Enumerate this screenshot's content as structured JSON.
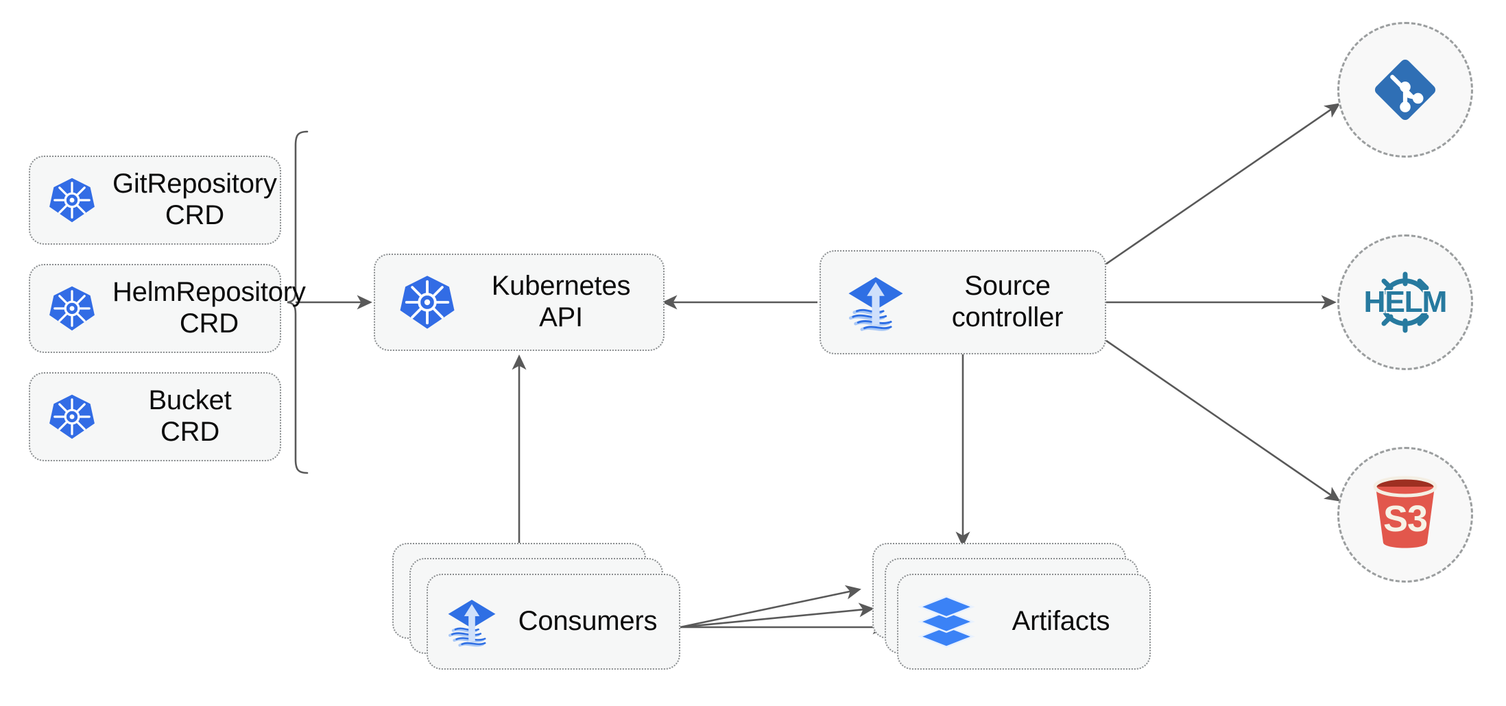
{
  "diagram": {
    "title": "Flux source-controller architecture",
    "background": "#ffffff",
    "node_fill": "#f6f7f7",
    "node_border": "#8a8d8f",
    "edge_color": "#595959",
    "accent_blue": "#326ce5",
    "flux_blue": "#2f6fe4",
    "layers_blue": "#3b82f6",
    "helm_teal": "#277a9f",
    "s3_red": "#e2574c",
    "s3_rim": "#9e2f21"
  },
  "crds": [
    {
      "id": "gitrepository-crd",
      "line1": "GitRepository",
      "line2": "CRD",
      "icon": "kubernetes-icon"
    },
    {
      "id": "helmrepository-crd",
      "line1": "HelmRepository",
      "line2": "CRD",
      "icon": "kubernetes-icon"
    },
    {
      "id": "bucket-crd",
      "line1": "Bucket",
      "line2": "CRD",
      "icon": "kubernetes-icon"
    }
  ],
  "nodes": {
    "kubernetes_api": {
      "label": "Kubernetes API",
      "icon": "kubernetes-icon"
    },
    "source_controller": {
      "line1": "Source",
      "line2": "controller",
      "icon": "flux-icon"
    },
    "consumers": {
      "label": "Consumers",
      "icon": "flux-icon",
      "stacked": true,
      "stack_count": 3
    },
    "artifacts": {
      "label": "Artifacts",
      "icon": "layers-icon",
      "stacked": true,
      "stack_count": 3
    }
  },
  "endpoints": [
    {
      "id": "git-endpoint",
      "icon": "git-icon",
      "label": ""
    },
    {
      "id": "helm-endpoint",
      "icon": "helm-icon",
      "label": "HELM"
    },
    {
      "id": "s3-endpoint",
      "icon": "s3-icon",
      "label": "S3"
    }
  ],
  "edges": [
    {
      "id": "crds-to-kubernetes-api",
      "from": "crd-brace",
      "to": "kubernetes-api",
      "direction": "forward"
    },
    {
      "id": "source-controller-to-kubernetes",
      "from": "source-controller",
      "to": "kubernetes-api",
      "direction": "forward"
    },
    {
      "id": "consumers-to-kubernetes",
      "from": "consumers",
      "to": "kubernetes-api",
      "direction": "forward"
    },
    {
      "id": "source-controller-to-artifacts",
      "from": "source-controller",
      "to": "artifacts",
      "direction": "forward"
    },
    {
      "id": "consumers-to-artifacts-1",
      "from": "consumers",
      "to": "artifacts-card-1",
      "direction": "forward"
    },
    {
      "id": "consumers-to-artifacts-2",
      "from": "consumers",
      "to": "artifacts-card-2",
      "direction": "forward"
    },
    {
      "id": "consumers-to-artifacts-3",
      "from": "consumers",
      "to": "artifacts-card-3",
      "direction": "forward"
    },
    {
      "id": "source-controller-to-git",
      "from": "source-controller",
      "to": "git-endpoint",
      "direction": "forward"
    },
    {
      "id": "source-controller-to-helm",
      "from": "source-controller",
      "to": "helm-endpoint",
      "direction": "forward"
    },
    {
      "id": "source-controller-to-s3",
      "from": "source-controller",
      "to": "s3-endpoint",
      "direction": "forward"
    }
  ]
}
